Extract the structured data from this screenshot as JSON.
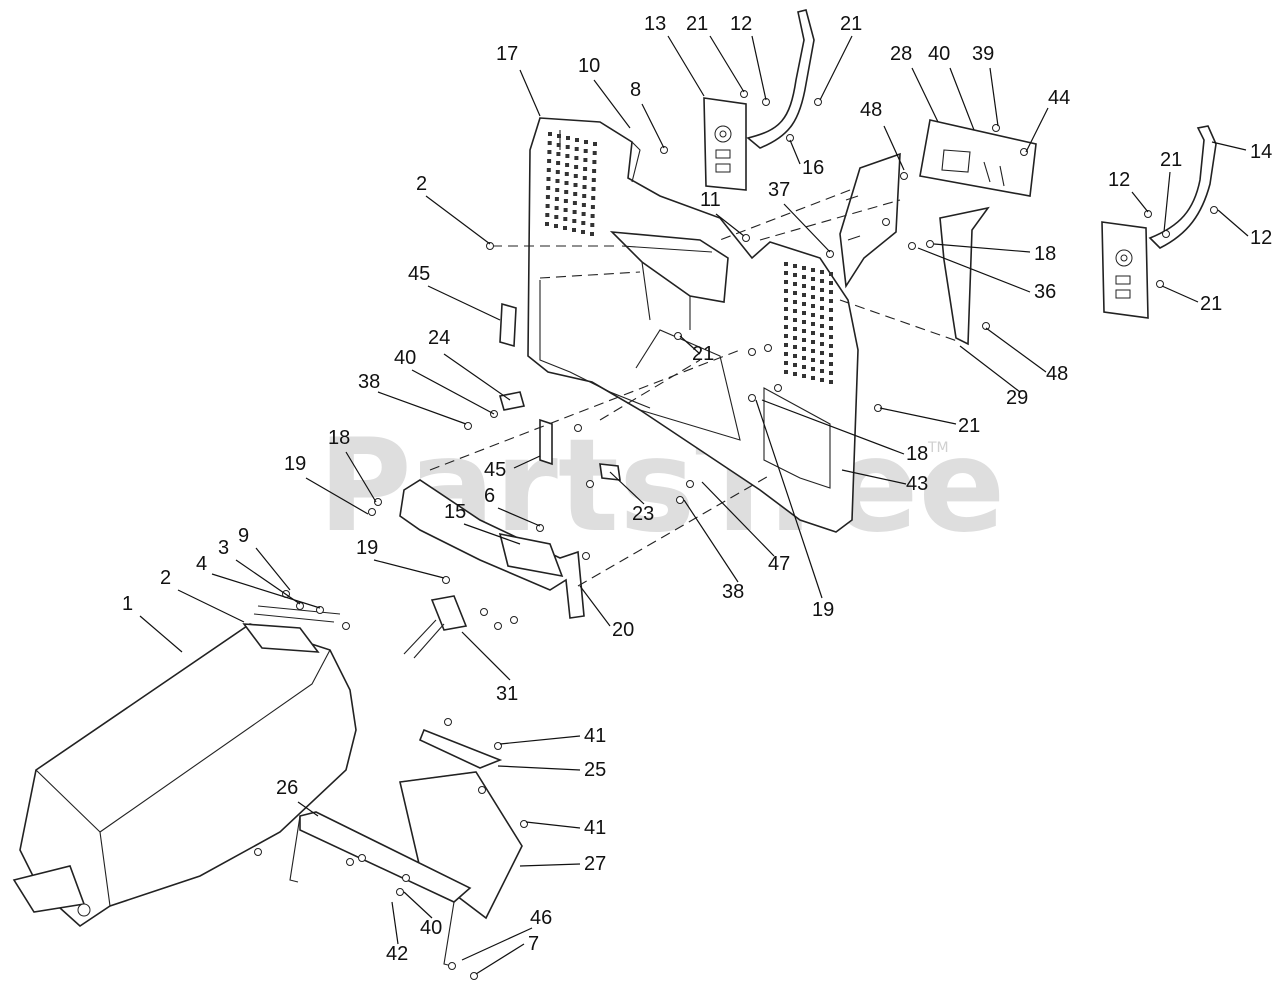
{
  "watermark": {
    "text": "PartsTree",
    "tm": "TM"
  },
  "callouts": [
    {
      "id": "c-17",
      "text": "17"
    },
    {
      "id": "c-10",
      "text": "10"
    },
    {
      "id": "c-8",
      "text": "8"
    },
    {
      "id": "c-13",
      "text": "13"
    },
    {
      "id": "c-21a",
      "text": "21"
    },
    {
      "id": "c-12a",
      "text": "12"
    },
    {
      "id": "c-21b",
      "text": "21"
    },
    {
      "id": "c-28",
      "text": "28"
    },
    {
      "id": "c-40a",
      "text": "40"
    },
    {
      "id": "c-39",
      "text": "39"
    },
    {
      "id": "c-44",
      "text": "44"
    },
    {
      "id": "c-14",
      "text": "14"
    },
    {
      "id": "c-48a",
      "text": "48"
    },
    {
      "id": "c-16",
      "text": "16"
    },
    {
      "id": "c-37",
      "text": "37"
    },
    {
      "id": "c-11",
      "text": "11"
    },
    {
      "id": "c-2a",
      "text": "2"
    },
    {
      "id": "c-12b",
      "text": "12"
    },
    {
      "id": "c-21c",
      "text": "21"
    },
    {
      "id": "c-12c",
      "text": "12"
    },
    {
      "id": "c-18a",
      "text": "18"
    },
    {
      "id": "c-36",
      "text": "36"
    },
    {
      "id": "c-21d",
      "text": "21"
    },
    {
      "id": "c-45a",
      "text": "45"
    },
    {
      "id": "c-24",
      "text": "24"
    },
    {
      "id": "c-21e",
      "text": "21"
    },
    {
      "id": "c-40b",
      "text": "40"
    },
    {
      "id": "c-38a",
      "text": "38"
    },
    {
      "id": "c-48b",
      "text": "48"
    },
    {
      "id": "c-29",
      "text": "29"
    },
    {
      "id": "c-21f",
      "text": "21"
    },
    {
      "id": "c-18b",
      "text": "18"
    },
    {
      "id": "c-18c",
      "text": "18"
    },
    {
      "id": "c-19a",
      "text": "19"
    },
    {
      "id": "c-45b",
      "text": "45"
    },
    {
      "id": "c-43",
      "text": "43"
    },
    {
      "id": "c-6",
      "text": "6"
    },
    {
      "id": "c-15",
      "text": "15"
    },
    {
      "id": "c-23",
      "text": "23"
    },
    {
      "id": "c-9",
      "text": "9"
    },
    {
      "id": "c-19b",
      "text": "19"
    },
    {
      "id": "c-3",
      "text": "3"
    },
    {
      "id": "c-4",
      "text": "4"
    },
    {
      "id": "c-2b",
      "text": "2"
    },
    {
      "id": "c-47",
      "text": "47"
    },
    {
      "id": "c-38b",
      "text": "38"
    },
    {
      "id": "c-19c",
      "text": "19"
    },
    {
      "id": "c-1",
      "text": "1"
    },
    {
      "id": "c-20",
      "text": "20"
    },
    {
      "id": "c-31",
      "text": "31"
    },
    {
      "id": "c-41a",
      "text": "41"
    },
    {
      "id": "c-25",
      "text": "25"
    },
    {
      "id": "c-26",
      "text": "26"
    },
    {
      "id": "c-41b",
      "text": "41"
    },
    {
      "id": "c-27",
      "text": "27"
    },
    {
      "id": "c-46",
      "text": "46"
    },
    {
      "id": "c-40c",
      "text": "40"
    },
    {
      "id": "c-7",
      "text": "7"
    },
    {
      "id": "c-42",
      "text": "42"
    }
  ]
}
